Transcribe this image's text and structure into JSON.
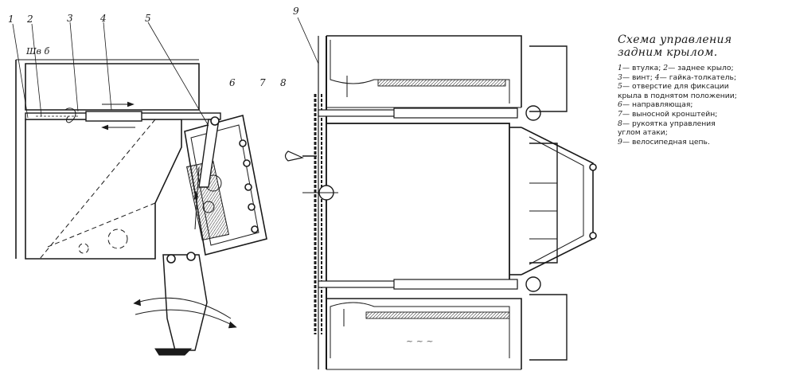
{
  "caption": {
    "title_line1": "Схема управления",
    "title_line2": "задним крылом.",
    "legend": [
      {
        "n": "1",
        "text": "— втулка; "
      },
      {
        "n": "2",
        "text": "— заднее крыло;"
      },
      {
        "n": "3",
        "text": "— винт; "
      },
      {
        "n": "4",
        "text": "— гайка-толкатель;"
      },
      {
        "n": "5",
        "text": "— отверстие для фиксации"
      },
      {
        "n": "",
        "text": "крыла в поднятом положении;"
      },
      {
        "n": "6",
        "text": "— направляющая;"
      },
      {
        "n": "7",
        "text": "— выносной кронштейн;"
      },
      {
        "n": "8",
        "text": "— рукоятка управления"
      },
      {
        "n": "",
        "text": "углом атаки;"
      },
      {
        "n": "9",
        "text": "— велосипедная цепь."
      }
    ]
  },
  "callouts": {
    "n1": "1",
    "n2": "2",
    "n3": "3",
    "n4": "4",
    "n5": "5",
    "n6": "6",
    "n7": "7",
    "n8": "8",
    "n9": "9",
    "shv": "Шв б"
  }
}
